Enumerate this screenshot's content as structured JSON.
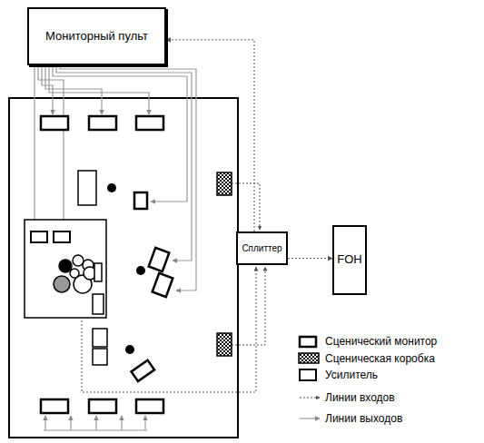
{
  "diagram": {
    "nodes": [
      {
        "text": [
          "Мониторный пульт"
        ]
      },
      {
        "text": [
          "Сплиттер"
        ]
      },
      {
        "text": [
          "FOH"
        ]
      }
    ],
    "edges": [
      {
        "from": 1,
        "to": 0,
        "arrow": "to"
      },
      {
        "from": 1,
        "to": 2,
        "arrow": "to"
      }
    ],
    "legend": [
      {
        "text": "Сценический монитор"
      },
      {
        "text": "Сценическая коробка"
      },
      {
        "text": "Усилитель"
      },
      {
        "text": "Линии входов"
      },
      {
        "text": "Линии выходов"
      }
    ]
  }
}
